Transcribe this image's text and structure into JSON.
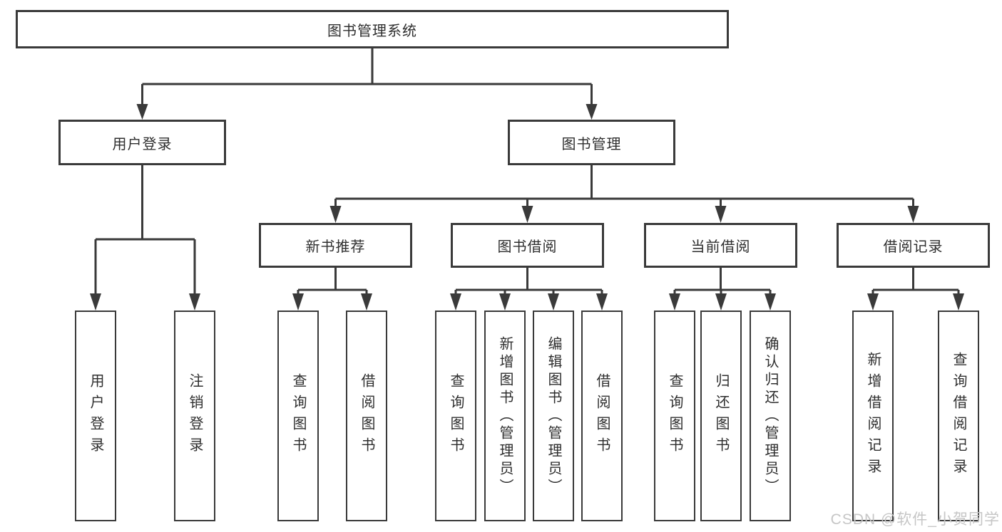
{
  "nodes": {
    "root": "图书管理系统",
    "user_login": "用户登录",
    "book_mgmt": "图书管理",
    "level3": [
      "新书推荐",
      "图书借阅",
      "当前借阅",
      "借阅记录"
    ],
    "g1": [
      "用户登录",
      "注销登录"
    ],
    "g2": [
      "查询图书",
      "借阅图书"
    ],
    "g3": [
      "查询图书",
      "新增图书（管理员）",
      "编辑图书（管理员）",
      "借阅图书"
    ],
    "g4": [
      "查询图书",
      "归还图书",
      "确认归还（管理员）"
    ],
    "g5": [
      "新增借阅记录",
      "查询借阅记录"
    ]
  },
  "watermark": {
    "text": "CSDN @软件_小贺同学"
  },
  "colors": {
    "line": "#3a3a3a",
    "box_border": "#3a3a3a",
    "box_background": "#ffffff",
    "text": "#2e2e2e",
    "watermark": "#c6c6c6",
    "background": "#ffffff"
  }
}
